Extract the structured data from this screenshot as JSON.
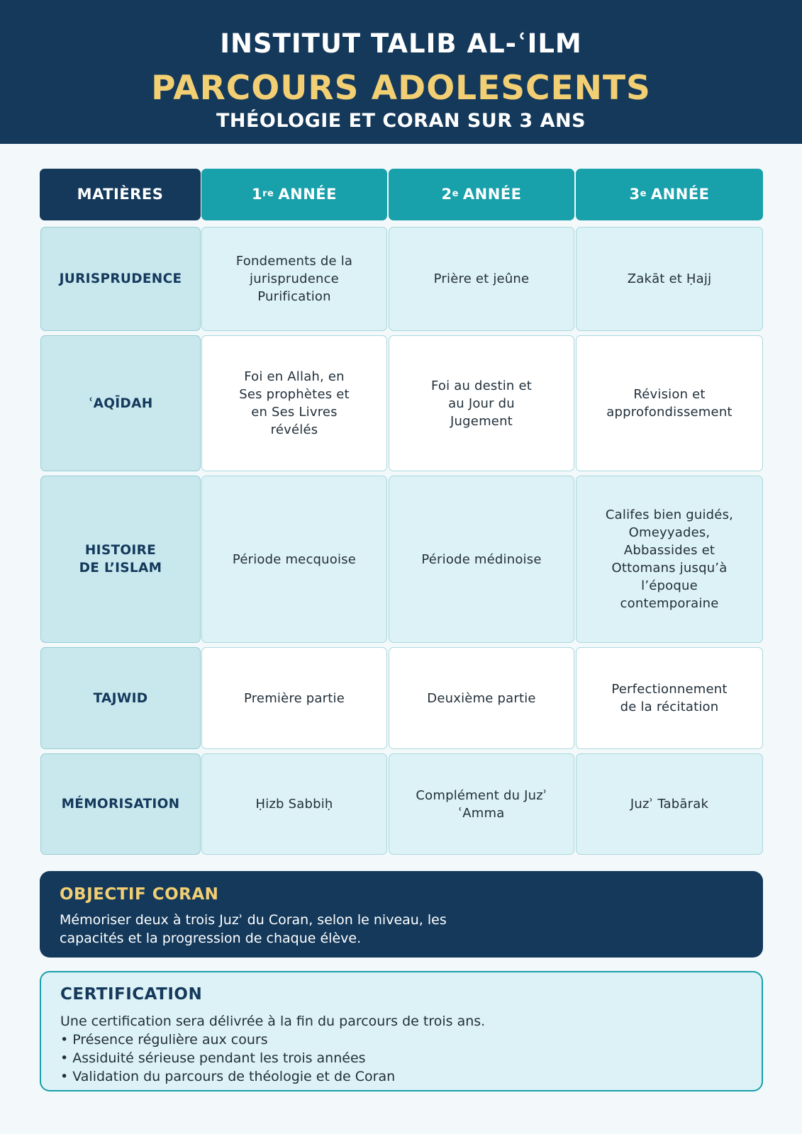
{
  "header": {
    "institute": "INSTITUT TALIB AL-ʿILM",
    "title": "PARCOURS ADOLESCENTS",
    "subtitle": "THÉOLOGIE ET CORAN SUR 3 ANS"
  },
  "table": {
    "subject_header": "MATIÈRES",
    "years": [
      {
        "num": "1",
        "sup": "re",
        "label": "ANNÉE"
      },
      {
        "num": "2",
        "sup": "e",
        "label": "ANNÉE"
      },
      {
        "num": "3",
        "sup": "e",
        "label": "ANNÉE"
      }
    ],
    "rows": [
      {
        "subject": "JURISPRUDENCE",
        "cells": [
          "Fondements de la jurisprudence\nPurification",
          "Prière et jeûne",
          "Zakāt et Ḥajj"
        ]
      },
      {
        "subject": "ʿAQĪDAH",
        "cells": [
          "Foi en Allah, en Ses prophètes et en Ses Livres révélés",
          "Foi au destin et au Jour du Jugement",
          "Révision et approfondissement"
        ]
      },
      {
        "subject": "HISTOIRE DE L’ISLAM",
        "cells": [
          "Période mecquoise",
          "Période médinoise",
          "Califes bien guidés, Omeyyades, Abbassides et Ottomans jusqu’à l’époque contemporaine"
        ]
      },
      {
        "subject": "TAJWID",
        "cells": [
          "Première partie",
          "Deuxième partie",
          "Perfectionnement de la récitation"
        ]
      },
      {
        "subject": "MÉMORISATION",
        "cells": [
          "Ḥizb Sabbiḥ",
          "Complément du Juzʾ ʿAmma",
          "Juzʾ Tabārak"
        ]
      }
    ]
  },
  "objectif": {
    "title": "OBJECTIF CORAN",
    "text": "Mémoriser deux à trois Juzʾ du Coran, selon le niveau, les capacités et la progression de chaque élève."
  },
  "certification": {
    "title": "CERTIFICATION",
    "text": "Une certification sera délivrée à la fin du parcours de trois ans.",
    "items": [
      "Présence régulière aux cours",
      "Assiduité sérieuse pendant les trois années",
      "Validation du parcours de théologie et de Coran"
    ]
  }
}
